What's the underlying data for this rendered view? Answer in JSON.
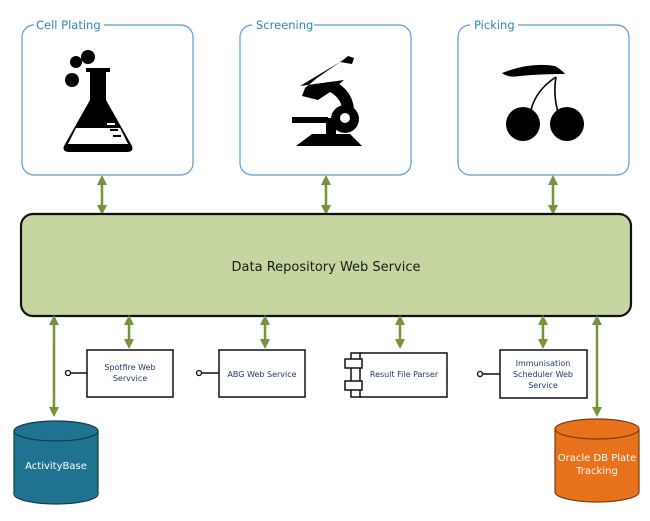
{
  "stages": [
    {
      "label": "Cell Plating",
      "icon": "flask-icon"
    },
    {
      "label": "Screening",
      "icon": "microscope-icon"
    },
    {
      "label": "Picking",
      "icon": "cherry-icon"
    }
  ],
  "repository": {
    "label": "Data Repository Web Service"
  },
  "services": [
    {
      "lines": [
        "Spotfire Web",
        "Servvice"
      ],
      "kind": "interface"
    },
    {
      "lines": [
        "ABG Web Service"
      ],
      "kind": "interface"
    },
    {
      "lines": [
        "Result File Parser"
      ],
      "kind": "component"
    },
    {
      "lines": [
        "Immunisation",
        "Scheduler Web",
        "Service"
      ],
      "kind": "interface"
    }
  ],
  "databases": [
    {
      "lines": [
        "ActivityBase"
      ],
      "color": "#1f7391"
    },
    {
      "lines": [
        "Oracle DB Plate",
        "Tracking"
      ],
      "color": "#e8711c"
    }
  ],
  "colors": {
    "stage_border": "#5b9bd5",
    "stage_label": "#2e86c1",
    "repository_fill": "#c5d6a0",
    "arrow": "#77933c",
    "activitybase": "#1f7391",
    "oracle": "#e8711c"
  }
}
